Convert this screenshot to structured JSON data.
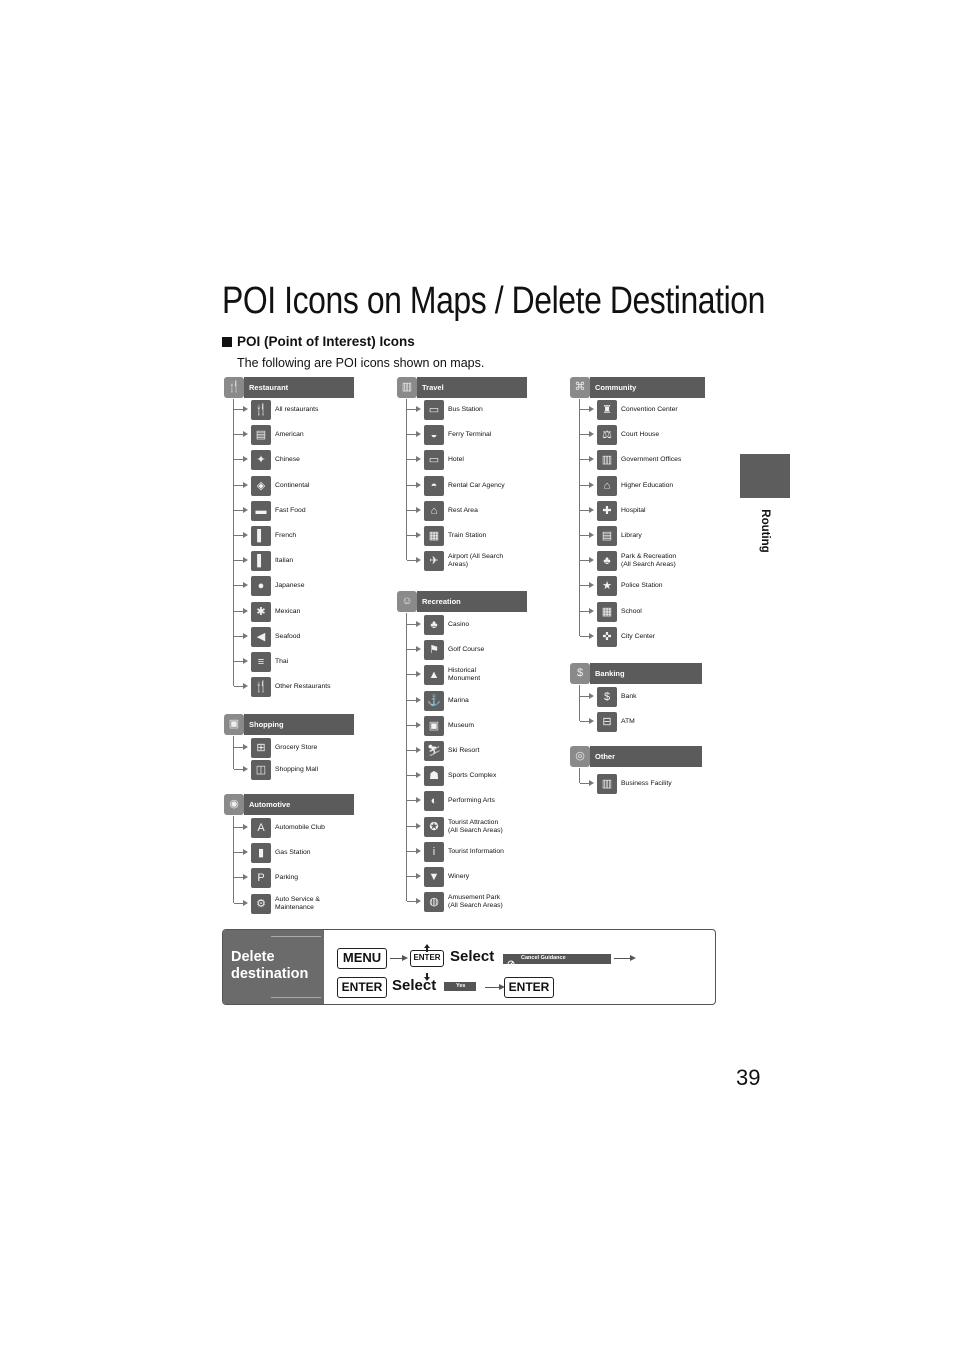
{
  "page": {
    "title": "POI Icons on Maps / Delete Destination",
    "section_heading": "POI (Point of Interest) Icons",
    "intro": "The following are POI icons shown on maps.",
    "side_tab": "Routing",
    "page_number": "39"
  },
  "categories": [
    {
      "key": "restaurant",
      "label": "Restaurant",
      "icon": "cutlery-icon",
      "items": [
        {
          "label": "All restaurants",
          "icon": "cutlery-icon"
        },
        {
          "label": "American",
          "icon": "flag-icon"
        },
        {
          "label": "Chinese",
          "icon": "chinese-icon"
        },
        {
          "label": "Continental",
          "icon": "continental-icon"
        },
        {
          "label": "Fast Food",
          "icon": "burger-icon"
        },
        {
          "label": "French",
          "icon": "french-flag-icon"
        },
        {
          "label": "Italian",
          "icon": "italian-flag-icon"
        },
        {
          "label": "Japanese",
          "icon": "japanese-flag-icon"
        },
        {
          "label": "Mexican",
          "icon": "mexican-icon"
        },
        {
          "label": "Seafood",
          "icon": "fish-icon"
        },
        {
          "label": "Thai",
          "icon": "thai-flag-icon"
        },
        {
          "label": "Other Restaurants",
          "icon": "cutlery-icon"
        }
      ]
    },
    {
      "key": "shopping",
      "label": "Shopping",
      "icon": "shopping-icon",
      "items": [
        {
          "label": "Grocery Store",
          "icon": "cart-icon"
        },
        {
          "label": "Shopping Mall",
          "icon": "bag-icon"
        }
      ]
    },
    {
      "key": "automotive",
      "label": "Automotive",
      "icon": "car-icon",
      "items": [
        {
          "label": "Automobile Club",
          "icon": "auto-club-icon"
        },
        {
          "label": "Gas Station",
          "icon": "fuel-pump-icon"
        },
        {
          "label": "Parking",
          "icon": "parking-icon"
        },
        {
          "label": "Auto Service &\nMaintenance",
          "icon": "wrench-icon"
        }
      ]
    },
    {
      "key": "travel",
      "label": "Travel",
      "icon": "travel-icon",
      "items": [
        {
          "label": "Bus Station",
          "icon": "bus-icon"
        },
        {
          "label": "Ferry Terminal",
          "icon": "ferry-icon"
        },
        {
          "label": "Hotel",
          "icon": "bed-icon"
        },
        {
          "label": "Rental Car Agency",
          "icon": "rental-car-icon"
        },
        {
          "label": "Rest Area",
          "icon": "rest-area-icon"
        },
        {
          "label": "Train Station",
          "icon": "train-icon"
        },
        {
          "label": "Airport (All Search\nAreas)",
          "icon": "airplane-icon"
        }
      ]
    },
    {
      "key": "recreation",
      "label": "Recreation",
      "icon": "smiley-icon",
      "items": [
        {
          "label": "Casino",
          "icon": "card-suit-icon"
        },
        {
          "label": "Golf Course",
          "icon": "golf-icon"
        },
        {
          "label": "Historical\nMonument",
          "icon": "monument-icon"
        },
        {
          "label": "Marina",
          "icon": "anchor-icon"
        },
        {
          "label": "Museum",
          "icon": "museum-icon"
        },
        {
          "label": "Ski Resort",
          "icon": "skier-icon"
        },
        {
          "label": "Sports Complex",
          "icon": "runner-icon"
        },
        {
          "label": "Performing Arts",
          "icon": "masks-icon"
        },
        {
          "label": "Tourist Attraction\n(All Search Areas)",
          "icon": "attraction-icon"
        },
        {
          "label": "Tourist Information",
          "icon": "info-icon"
        },
        {
          "label": "Winery",
          "icon": "wine-icon"
        },
        {
          "label": "Amusement Park\n(All Search Areas)",
          "icon": "balloon-icon"
        }
      ]
    },
    {
      "key": "community",
      "label": "Community",
      "icon": "community-icon",
      "items": [
        {
          "label": "Convention Center",
          "icon": "convention-icon"
        },
        {
          "label": "Court House",
          "icon": "scales-icon"
        },
        {
          "label": "Government Offices",
          "icon": "government-icon"
        },
        {
          "label": "Higher Education",
          "icon": "university-icon"
        },
        {
          "label": "Hospital",
          "icon": "cross-icon"
        },
        {
          "label": "Library",
          "icon": "book-icon"
        },
        {
          "label": "Park & Recreation\n(All Search Areas)",
          "icon": "tree-icon"
        },
        {
          "label": "Police Station",
          "icon": "police-icon"
        },
        {
          "label": "School",
          "icon": "school-icon"
        },
        {
          "label": "City Center",
          "icon": "city-center-icon"
        }
      ]
    },
    {
      "key": "banking",
      "label": "Banking",
      "icon": "banking-icon",
      "items": [
        {
          "label": "Bank",
          "icon": "dollar-icon"
        },
        {
          "label": "ATM",
          "icon": "atm-icon"
        }
      ]
    },
    {
      "key": "other",
      "label": "Other",
      "icon": "other-icon",
      "items": [
        {
          "label": "Business Facility",
          "icon": "building-icon"
        }
      ]
    }
  ],
  "delete_destination": {
    "label": "Delete\ndestination",
    "menu_key": "MENU",
    "enter_key": "ENTER",
    "select_text": "Select",
    "cancel_button": "Cancel Guidance",
    "yes_button": "Yes"
  }
}
